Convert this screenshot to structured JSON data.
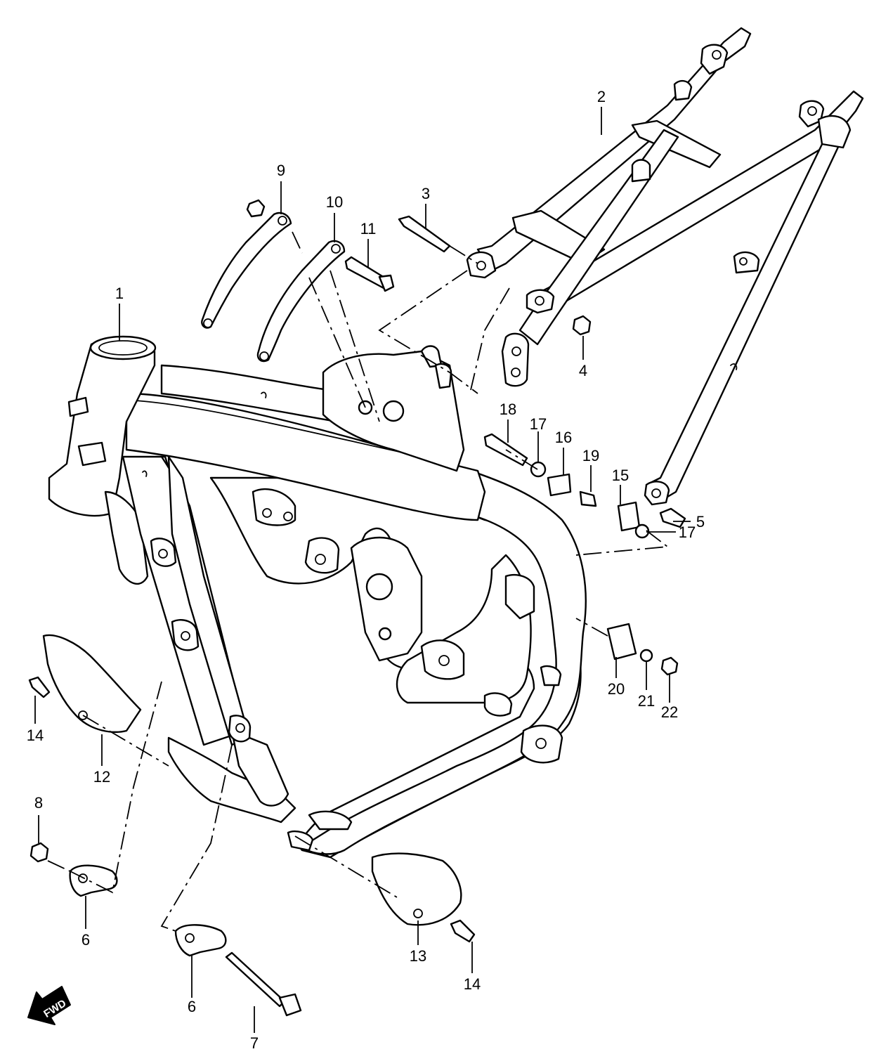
{
  "callouts": [
    {
      "id": "c1",
      "label": "1"
    },
    {
      "id": "c2",
      "label": "2"
    },
    {
      "id": "c3",
      "label": "3"
    },
    {
      "id": "c4",
      "label": "4"
    },
    {
      "id": "c5",
      "label": "5"
    },
    {
      "id": "c6a",
      "label": "6"
    },
    {
      "id": "c6b",
      "label": "6"
    },
    {
      "id": "c7",
      "label": "7"
    },
    {
      "id": "c8",
      "label": "8"
    },
    {
      "id": "c9",
      "label": "9"
    },
    {
      "id": "c10",
      "label": "10"
    },
    {
      "id": "c11",
      "label": "11"
    },
    {
      "id": "c12",
      "label": "12"
    },
    {
      "id": "c13",
      "label": "13"
    },
    {
      "id": "c14a",
      "label": "14"
    },
    {
      "id": "c14b",
      "label": "14"
    },
    {
      "id": "c15",
      "label": "15"
    },
    {
      "id": "c16",
      "label": "16"
    },
    {
      "id": "c17a",
      "label": "17"
    },
    {
      "id": "c17b",
      "label": "17"
    },
    {
      "id": "c18",
      "label": "18"
    },
    {
      "id": "c19",
      "label": "19"
    },
    {
      "id": "c20",
      "label": "20"
    },
    {
      "id": "c21",
      "label": "21"
    },
    {
      "id": "c22",
      "label": "22"
    }
  ],
  "fwd_badge": {
    "label": "FWD",
    "icon": "forward-arrow-icon"
  },
  "colors": {
    "line": "#000000",
    "background": "#ffffff"
  }
}
